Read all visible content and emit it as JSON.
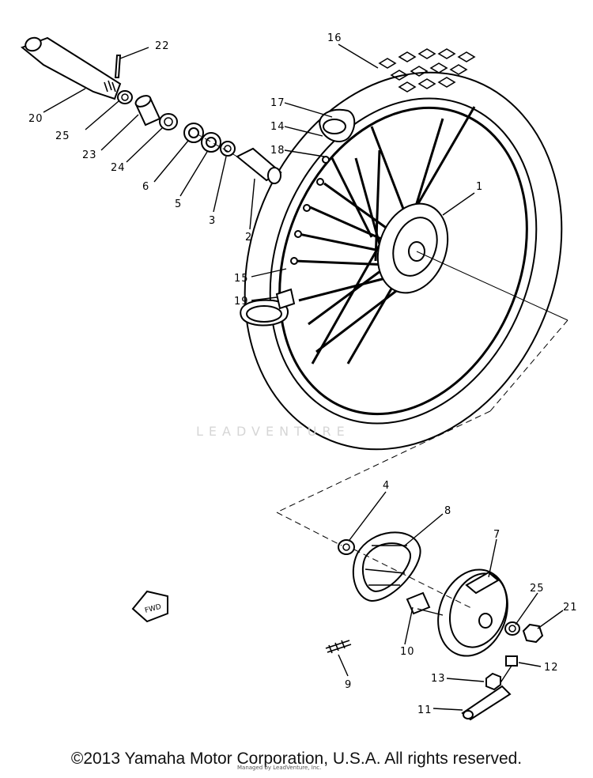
{
  "callouts": [
    {
      "num": "1"
    },
    {
      "num": "2"
    },
    {
      "num": "3"
    },
    {
      "num": "4"
    },
    {
      "num": "5"
    },
    {
      "num": "6"
    },
    {
      "num": "7"
    },
    {
      "num": "8"
    },
    {
      "num": "9"
    },
    {
      "num": "10"
    },
    {
      "num": "11"
    },
    {
      "num": "12"
    },
    {
      "num": "13"
    },
    {
      "num": "14"
    },
    {
      "num": "15"
    },
    {
      "num": "16"
    },
    {
      "num": "17"
    },
    {
      "num": "18"
    },
    {
      "num": "19"
    },
    {
      "num": "20"
    },
    {
      "num": "21"
    },
    {
      "num": "22"
    },
    {
      "num": "23"
    },
    {
      "num": "24"
    },
    {
      "num": "25"
    },
    {
      "num": "25"
    }
  ],
  "fwd_label": "FWD",
  "watermark": "LEADVENTURE",
  "footnote": "Managed by LeadVenture, Inc.",
  "copyright": "©2013 Yamaha Motor Corporation, U.S.A. All rights reserved."
}
